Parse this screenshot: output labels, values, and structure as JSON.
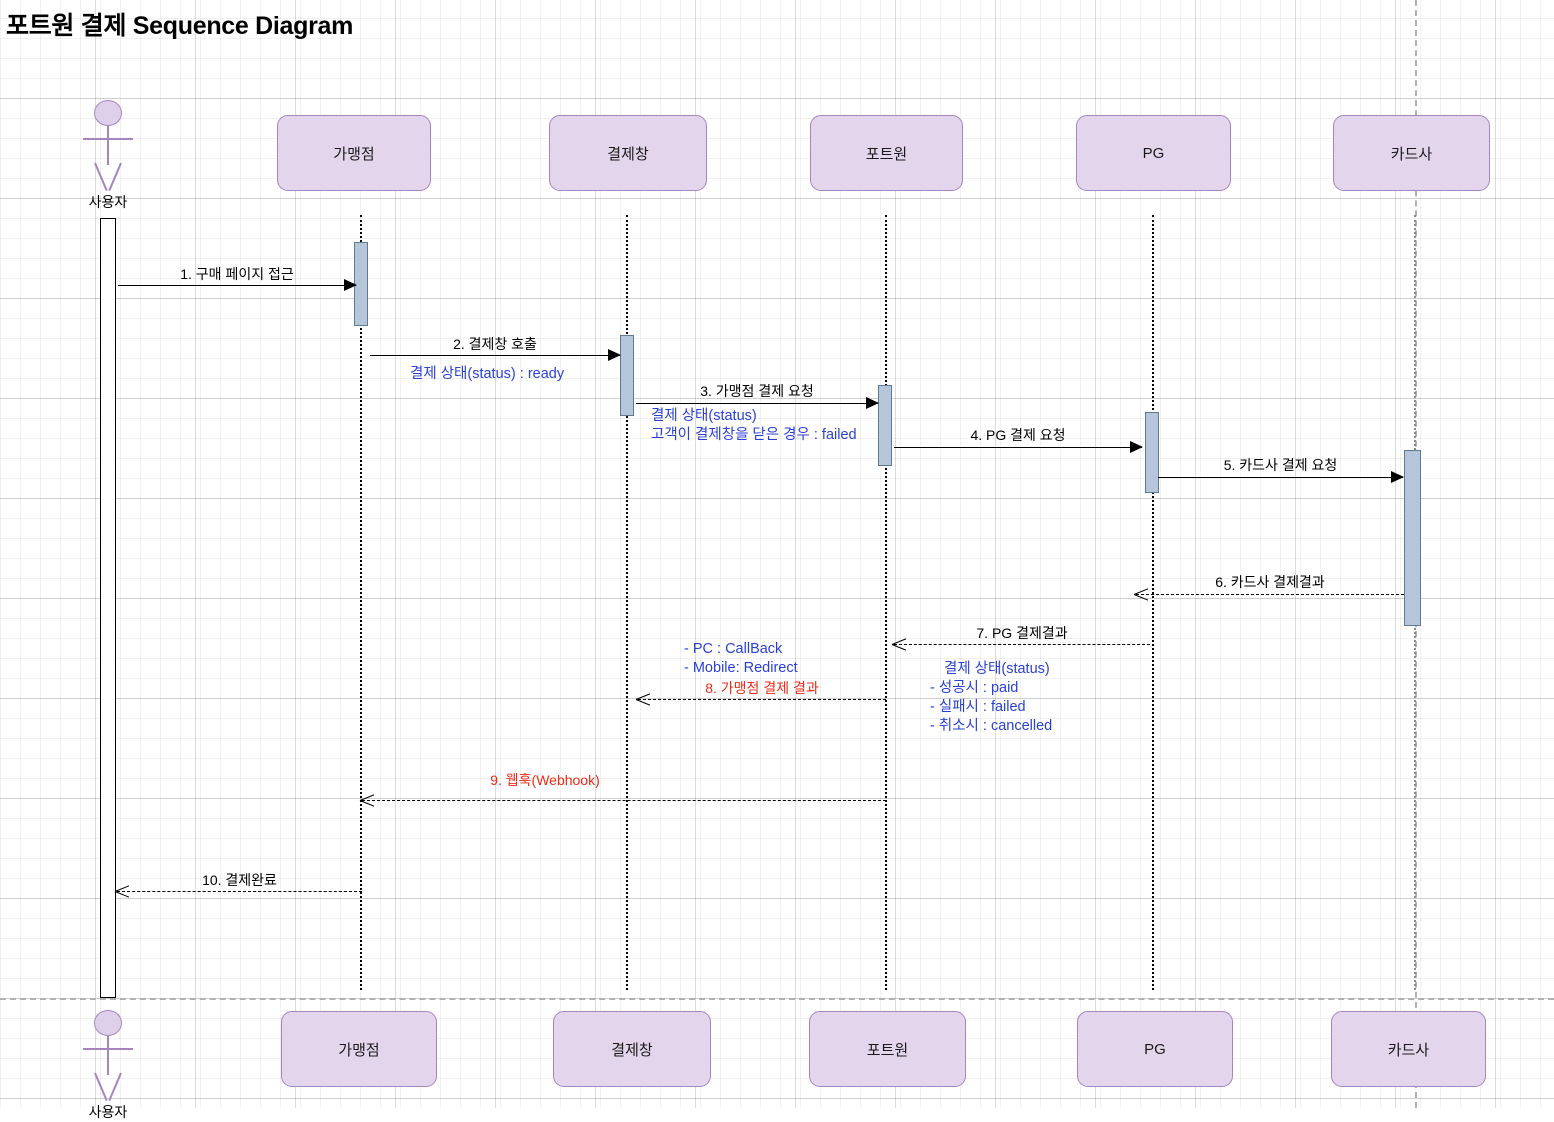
{
  "title": "포트원 결제 Sequence Diagram",
  "colors": {
    "participant_fill": "#e2d5ec",
    "participant_border": "#a884bf",
    "activation_fill": "#b6c6da",
    "activation_border": "#5f7a95",
    "note_blue": "#2a3fd6",
    "note_red": "#ee2b18",
    "page_break": "#b0b0b0"
  },
  "actor": {
    "name": "actor-icon",
    "label": "사용자"
  },
  "participants": [
    {
      "label": "가맹점"
    },
    {
      "label": "결제창"
    },
    {
      "label": "포트원"
    },
    {
      "label": "PG"
    },
    {
      "label": "카드사"
    }
  ],
  "participants_bottom": [
    {
      "label": "가맹점"
    },
    {
      "label": "결제창"
    },
    {
      "label": "포트원"
    },
    {
      "label": "PG"
    },
    {
      "label": "카드사"
    }
  ],
  "actor_bottom": {
    "label": "사용자"
  },
  "messages": [
    {
      "num": "1",
      "label": "1. 구매 페이지 접근",
      "from": "사용자",
      "to": "가맹점",
      "style": "solid"
    },
    {
      "num": "2",
      "label": "2. 결제창 호출",
      "from": "가맹점",
      "to": "결제창",
      "style": "solid"
    },
    {
      "num": "3",
      "label": "3. 가맹점 결제 요청",
      "from": "결제창",
      "to": "포트원",
      "style": "solid"
    },
    {
      "num": "4",
      "label": "4. PG 결제 요청",
      "from": "포트원",
      "to": "PG",
      "style": "solid"
    },
    {
      "num": "5",
      "label": "5. 카드사 결제 요청",
      "from": "PG",
      "to": "카드사",
      "style": "solid"
    },
    {
      "num": "6",
      "label": "6. 카드사 결제결과",
      "from": "카드사",
      "to": "PG",
      "style": "dashed"
    },
    {
      "num": "7",
      "label": "7. PG 결제결과",
      "from": "PG",
      "to": "포트원",
      "style": "dashed"
    },
    {
      "num": "8",
      "label": "8. 가맹점 결제 결과",
      "from": "포트원",
      "to": "결제창",
      "style": "dashed",
      "color": "red"
    },
    {
      "num": "9",
      "label": "9. 웹훅(Webhook)",
      "from": "포트원",
      "to": "가맹점",
      "style": "dashed",
      "color": "red"
    },
    {
      "num": "10",
      "label": "10. 결제완료",
      "from": "가맹점",
      "to": "사용자",
      "style": "dashed"
    }
  ],
  "notes": {
    "status_ready": "결제 상태(status) : ready",
    "status_failed_line1": "결제 상태(status)",
    "status_failed_line2": "고객이 결제창을 닫은 경우 : failed",
    "callback_pc": "- PC : CallBack",
    "callback_mobile": "- Mobile: Redirect",
    "result_title": "결제 상태(status)",
    "result_paid": "- 성공시 : paid",
    "result_failed": "- 실패시 : failed",
    "result_cancelled": "- 취소시 : cancelled"
  }
}
